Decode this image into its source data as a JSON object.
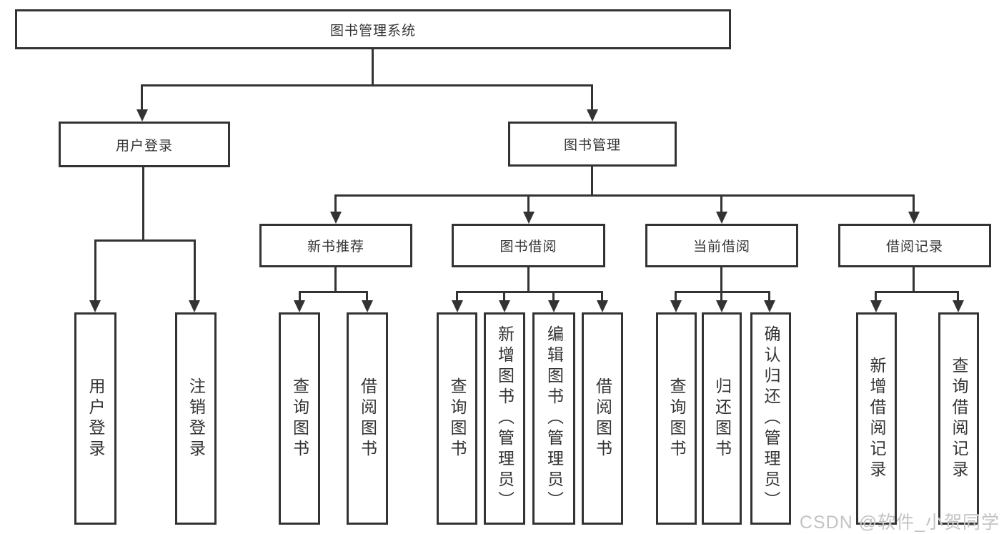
{
  "diagram": {
    "title": "图书管理系统",
    "type": "hierarchy-tree",
    "colors": {
      "line": "#333333",
      "text": "#333333",
      "box_fill": "#ffffff",
      "background": "#ffffff",
      "watermark": "#c3c3c3"
    },
    "watermark": "CSDN @软件_小贺同学",
    "nodes": {
      "root": {
        "label": "图书管理系统"
      },
      "user_login": {
        "label": "用户登录"
      },
      "book_mgmt": {
        "label": "图书管理"
      },
      "new_book_rec": {
        "label": "新书推荐"
      },
      "book_borrow": {
        "label": "图书借阅"
      },
      "current_borrow": {
        "label": "当前借阅"
      },
      "borrow_record": {
        "label": "借阅记录"
      },
      "login_user": {
        "label": "用户登录"
      },
      "logout_user": {
        "label": "注销登录"
      },
      "rec_query_book": {
        "label": "查询图书"
      },
      "rec_borrow_book": {
        "label": "借阅图书"
      },
      "bb_query_book": {
        "label": "查询图书"
      },
      "bb_add_book": {
        "label": "新增图书（管理员）"
      },
      "bb_edit_book": {
        "label": "编辑图书（管理员）"
      },
      "bb_borrow_book": {
        "label": "借阅图书"
      },
      "cb_query_book": {
        "label": "查询图书"
      },
      "cb_return_book": {
        "label": "归还图书"
      },
      "cb_confirm_return": {
        "label": "确认归还（管理员）"
      },
      "br_add_record": {
        "label": "新增借阅记录"
      },
      "br_query_record": {
        "label": "查询借阅记录"
      }
    },
    "tree": {
      "root": "图书管理系统",
      "children": [
        {
          "label": "用户登录",
          "children": [
            "用户登录",
            "注销登录"
          ]
        },
        {
          "label": "图书管理",
          "children": [
            {
              "label": "新书推荐",
              "children": [
                "查询图书",
                "借阅图书"
              ]
            },
            {
              "label": "图书借阅",
              "children": [
                "查询图书",
                "新增图书（管理员）",
                "编辑图书（管理员）",
                "借阅图书"
              ]
            },
            {
              "label": "当前借阅",
              "children": [
                "查询图书",
                "归还图书",
                "确认归还（管理员）"
              ]
            },
            {
              "label": "借阅记录",
              "children": [
                "新增借阅记录",
                "查询借阅记录"
              ]
            }
          ]
        }
      ]
    }
  }
}
